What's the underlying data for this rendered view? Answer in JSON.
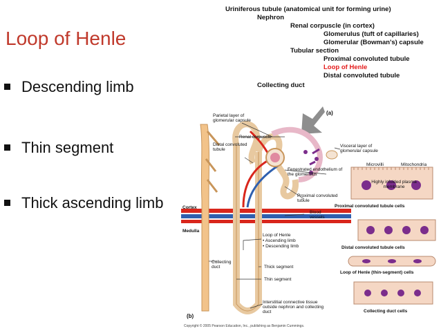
{
  "slide": {
    "title": "Loop of Henle",
    "bullets": [
      "Descending limb",
      "Thin segment",
      "Thick ascending limb"
    ]
  },
  "outline": {
    "root": "Uriniferous tubule",
    "root_note": "(anatomical unit for forming urine)",
    "nephron": "Nephron",
    "renal_corpuscle": "Renal corpuscle (in cortex)",
    "glomerulus": "Glomerulus (tuft of capillaries)",
    "bowmans": "Glomerular (Bowman's) capsule",
    "tubular_section": "Tubular section",
    "pct": "Proximal convoluted tubule",
    "loop": "Loop of Henle",
    "dct": "Distal convoluted tubule",
    "collecting": "Collecting duct"
  },
  "diagram": {
    "panel_a": "(a)",
    "panel_b": "(b)",
    "labels": {
      "parietal": "Parietal layer of glomerular capsule",
      "renal_corpuscle": "Renal corpuscle",
      "distal_tubule": "Distal convoluted tubule",
      "visceral": "Visceral layer of glomerular capsule",
      "microvilli": "Microvilli",
      "mitochondria": "Mitochondria",
      "fenestrated": "Fenestrated endothelium of the glomerulus",
      "infolded": "Highly infolded plasma membrane",
      "cortex": "Cortex",
      "medulla": "Medulla",
      "proximal_tubule": "Proximal convoluted tubule",
      "blood_vessels": "Blood vessels",
      "pct_cells": "Proximal convoluted tubule cells",
      "loop_of_henle": "Loop of Henle",
      "ascending": "• Ascending limb",
      "descending": "• Descending limb",
      "dct_cells": "Distal convoluted tubule cells",
      "collecting_duct": "Collecting duct",
      "thick_segment": "Thick segment",
      "thin_cells": "Loop of Henle (thin-segment) cells",
      "thin_segment": "Thin segment",
      "interstitial": "Interstitial connective tissue outside nephron and collecting duct",
      "cd_cells": "Collecting duct cells",
      "copyright": "Copyright © 2005 Pearson Education, Inc., publishing as Benjamin Cummings."
    }
  },
  "colors": {
    "title": "#c0392b",
    "highlight": "#e41b1b",
    "tubule": "#f2d9b8",
    "artery": "#d9261c",
    "vein": "#2f5fae",
    "cell_fill": "#f5d7c4",
    "nucleus": "#7b2d8c"
  }
}
